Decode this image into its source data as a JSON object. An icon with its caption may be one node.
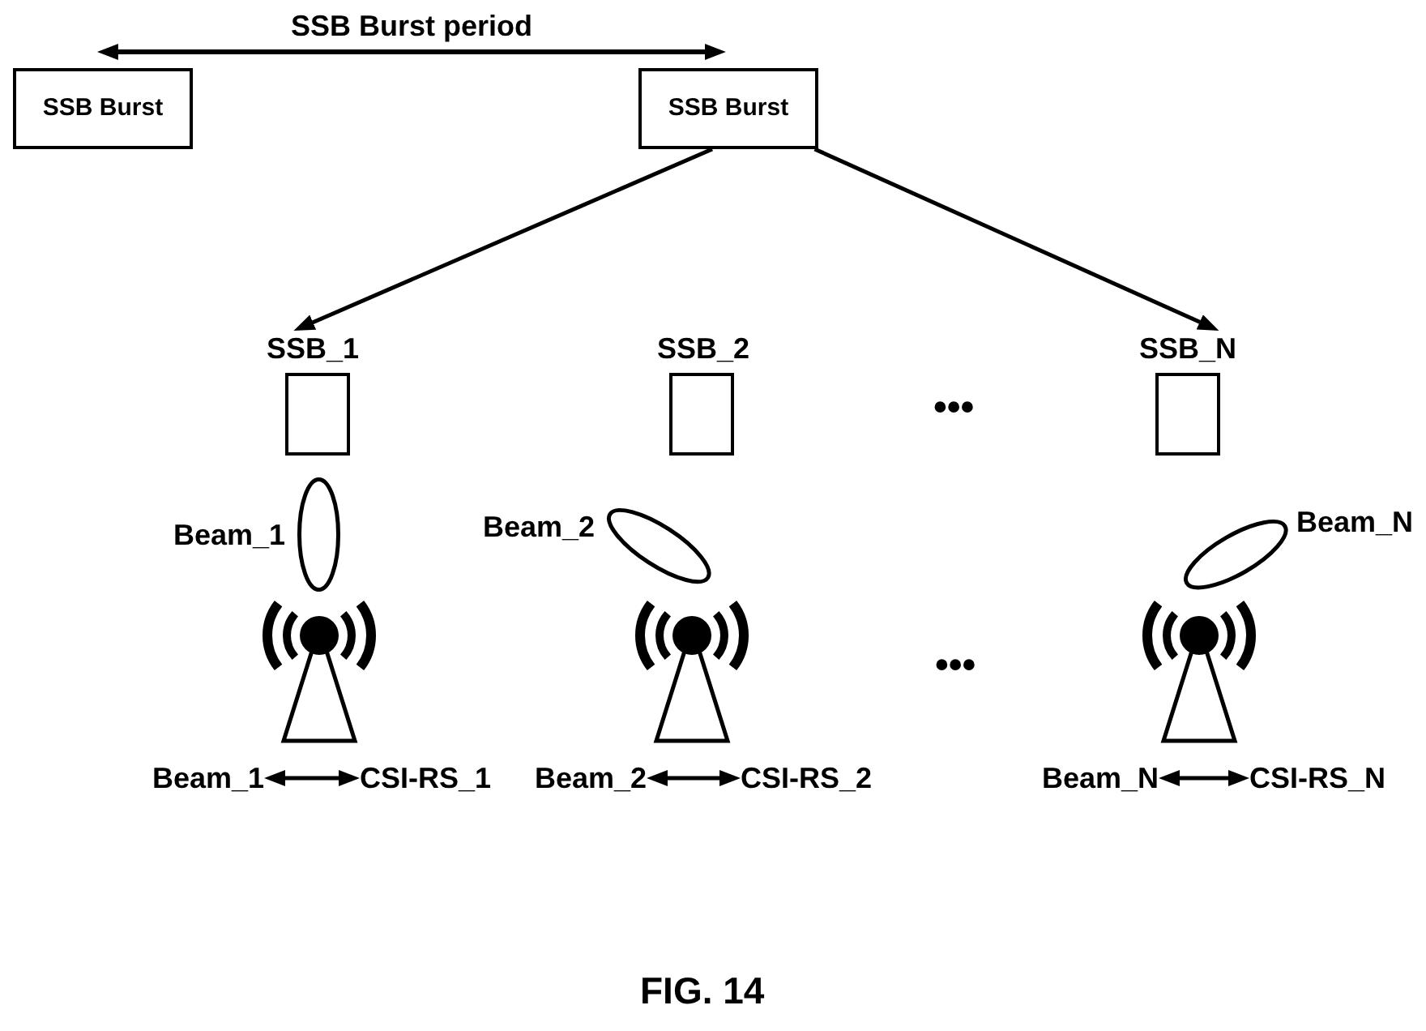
{
  "diagram": {
    "caption": "FIG. 14",
    "nodes": [
      {
        "text": [
          "SSB Burst"
        ]
      },
      {
        "text": [
          "SSB Burst"
        ]
      },
      {
        "text": [
          "SSB_1"
        ]
      },
      {
        "text": [
          "SSB_2"
        ]
      },
      {
        "text": [
          "SSB_N"
        ]
      },
      {
        "text": [],
        "shape": "ellipse",
        "beside": [
          "Beam_1"
        ]
      },
      {
        "text": [],
        "shape": "ellipse",
        "beside": [
          "Beam_2"
        ]
      },
      {
        "text": [],
        "shape": "ellipse",
        "beside": [
          "Beam_N"
        ]
      },
      {
        "text": [
          "Beam_1"
        ]
      },
      {
        "text": [
          "CSI-RS_1"
        ]
      },
      {
        "text": [
          "Beam_2"
        ]
      },
      {
        "text": [
          "CSI-RS_2"
        ]
      },
      {
        "text": [
          "Beam_N"
        ]
      },
      {
        "text": [
          "CSI-RS_N"
        ]
      }
    ],
    "edges": [
      {
        "from": 0,
        "to": 1,
        "arrow": "both",
        "label": "SSB Burst period"
      },
      {
        "from": 1,
        "to": 2,
        "arrow": "to"
      },
      {
        "from": 1,
        "to": 4,
        "arrow": "to"
      },
      {
        "from": 8,
        "to": 9,
        "arrow": "both"
      },
      {
        "from": 10,
        "to": 11,
        "arrow": "both"
      },
      {
        "from": 12,
        "to": 13,
        "arrow": "both"
      }
    ],
    "labels": [
      "•••",
      "•••"
    ]
  }
}
